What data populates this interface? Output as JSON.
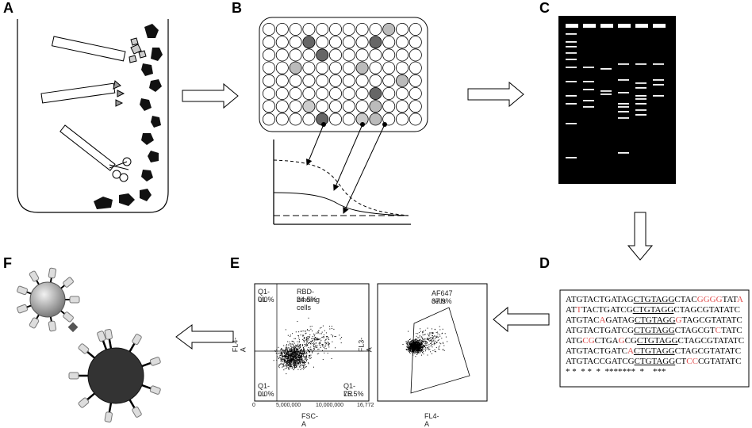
{
  "panels": {
    "A": {
      "letter": "A"
    },
    "B": {
      "letter": "B"
    },
    "C": {
      "letter": "C"
    },
    "D": {
      "letter": "D",
      "sequences": [
        {
          "parts": [
            {
              "t": "ATGTACTGATAG",
              "c": "#000",
              "u": false
            },
            {
              "t": "CTGTAGG",
              "c": "#000",
              "u": true
            },
            {
              "t": "CTAC",
              "c": "#000",
              "u": false
            },
            {
              "t": "GGGG",
              "c": "#e05050",
              "u": false
            },
            {
              "t": "TAT",
              "c": "#000",
              "u": false
            },
            {
              "t": "A",
              "c": "#e05050",
              "u": false
            }
          ]
        },
        {
          "parts": [
            {
              "t": "AT",
              "c": "#000",
              "u": false
            },
            {
              "t": "T",
              "c": "#e05050",
              "u": false
            },
            {
              "t": "TACTGATCG",
              "c": "#000",
              "u": false
            },
            {
              "t": "CTGTAGG",
              "c": "#000",
              "u": true
            },
            {
              "t": "CTAGCGTATATC",
              "c": "#000",
              "u": false
            }
          ]
        },
        {
          "parts": [
            {
              "t": "ATGTAC",
              "c": "#000",
              "u": false
            },
            {
              "t": "A",
              "c": "#e05050",
              "u": false
            },
            {
              "t": "GATAG",
              "c": "#000",
              "u": false
            },
            {
              "t": "CTGTAGG",
              "c": "#000",
              "u": true
            },
            {
              "t": "G",
              "c": "#e05050",
              "u": false
            },
            {
              "t": "TAGCGTATATC",
              "c": "#000",
              "u": false
            }
          ]
        },
        {
          "parts": [
            {
              "t": "ATGTACTGATCG",
              "c": "#000",
              "u": false
            },
            {
              "t": "CTGTAGG",
              "c": "#000",
              "u": true
            },
            {
              "t": "CTAGCGT",
              "c": "#000",
              "u": false
            },
            {
              "t": "C",
              "c": "#e05050",
              "u": false
            },
            {
              "t": "TATC",
              "c": "#000",
              "u": false
            }
          ]
        },
        {
          "parts": [
            {
              "t": "ATG",
              "c": "#000",
              "u": false
            },
            {
              "t": "CG",
              "c": "#e05050",
              "u": false
            },
            {
              "t": "CTGA",
              "c": "#000",
              "u": false
            },
            {
              "t": "G",
              "c": "#e05050",
              "u": false
            },
            {
              "t": "CG",
              "c": "#000",
              "u": false
            },
            {
              "t": "CTGTAGG",
              "c": "#000",
              "u": true
            },
            {
              "t": "CTAGCGTATATC",
              "c": "#000",
              "u": false
            }
          ]
        },
        {
          "parts": [
            {
              "t": "ATGTACTGATC",
              "c": "#000",
              "u": false
            },
            {
              "t": "A",
              "c": "#e05050",
              "u": false
            },
            {
              "t": "CTGTAGG",
              "c": "#000",
              "u": true
            },
            {
              "t": "CTAGCGTATATC",
              "c": "#000",
              "u": false
            }
          ]
        },
        {
          "parts": [
            {
              "t": "ATGTACCGATCG",
              "c": "#000",
              "u": false
            },
            {
              "t": "CTGTAGG",
              "c": "#000",
              "u": true
            },
            {
              "t": "CT",
              "c": "#000",
              "u": false
            },
            {
              "t": "CC",
              "c": "#e05050",
              "u": false
            },
            {
              "t": "CGTATATC",
              "c": "#000",
              "u": false
            }
          ]
        }
      ],
      "consensus": "* *  * *  *  *******  *    ***"
    },
    "E": {
      "letter": "E",
      "plot1": {
        "q_ul": "Q1-UL",
        "q_ul_val": "0.0%",
        "rbd_label": "RBD-binding cells",
        "rbd_val": "24.5%",
        "q_ll": "Q1-LL",
        "q_ll_val": "0.0%",
        "q_lr": "Q1-LR",
        "q_lr_val": "75.5%",
        "ylabel": "FL4-A",
        "xlabel": "FSC-A",
        "xticks": [
          "0",
          "5,000,000",
          "10,000,000",
          "16,772"
        ]
      },
      "plot2": {
        "gate_label": "AF647 cells",
        "gate_val": "37.9%",
        "ylabel": "FL3-A",
        "xlabel": "FL4-A"
      }
    },
    "F": {
      "letter": "F"
    }
  }
}
